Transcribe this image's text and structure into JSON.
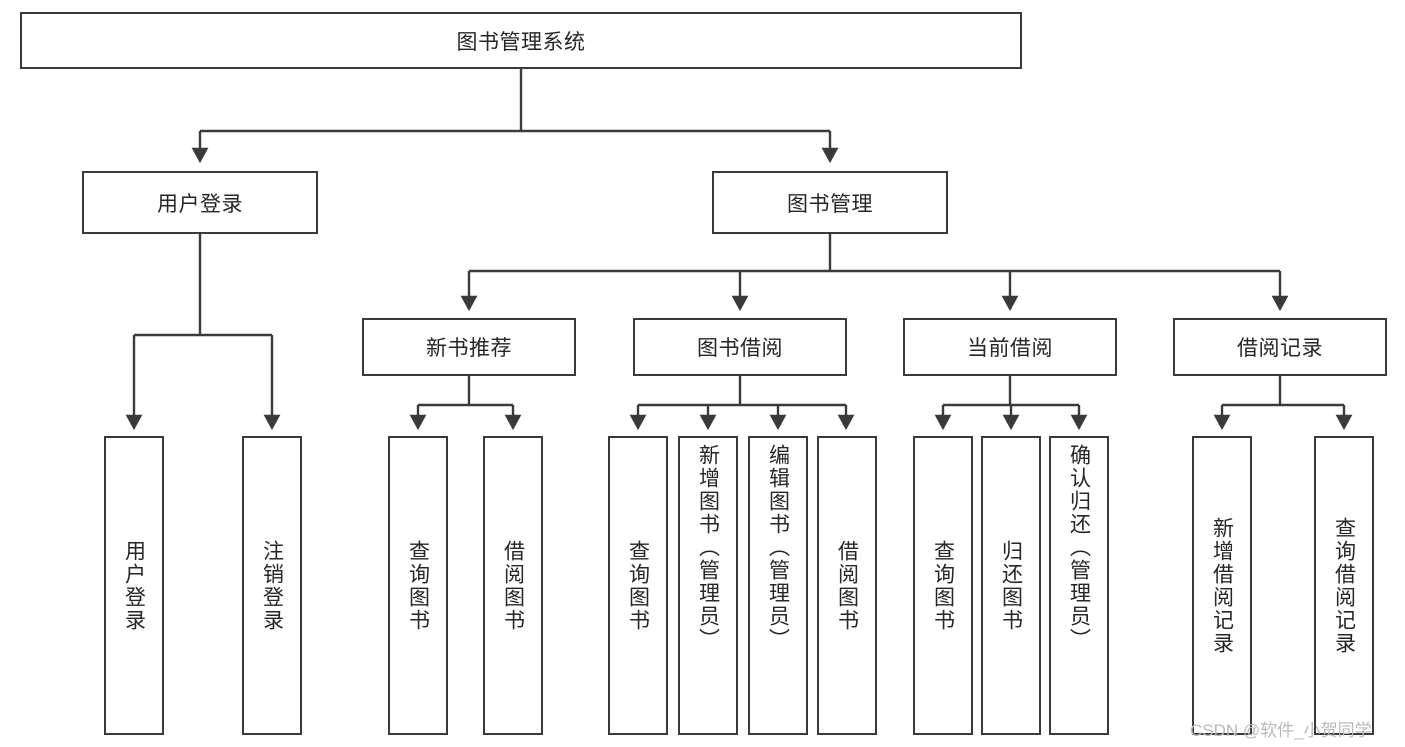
{
  "diagram": {
    "title": "图书管理系统",
    "type": "hierarchy-tree",
    "watermark": "CSDN @软件_小贺同学",
    "colors": {
      "border": "#3a3a3a",
      "text": "#262626",
      "background": "#ffffff",
      "edge": "#3a3a3a",
      "watermark": "#b9b9b9"
    },
    "levels": {
      "root": {
        "label": "图书管理系统"
      },
      "level2": [
        {
          "label": "用户登录"
        },
        {
          "label": "图书管理"
        }
      ],
      "level3": [
        {
          "label": "新书推荐"
        },
        {
          "label": "图书借阅"
        },
        {
          "label": "当前借阅"
        },
        {
          "label": "借阅记录"
        }
      ],
      "leaves_user_login": [
        {
          "label": "用户登录"
        },
        {
          "label": "注销登录"
        }
      ],
      "leaves_new_book": [
        {
          "label": "查询图书"
        },
        {
          "label": "借阅图书"
        }
      ],
      "leaves_borrow": [
        {
          "label": "查询图书"
        },
        {
          "label": "新增图书（管理员）"
        },
        {
          "label": "编辑图书（管理员）"
        },
        {
          "label": "借阅图书"
        }
      ],
      "leaves_current": [
        {
          "label": "查询图书"
        },
        {
          "label": "归还图书"
        },
        {
          "label": "确认归还（管理员）"
        }
      ],
      "leaves_records": [
        {
          "label": "新增借阅记录"
        },
        {
          "label": "查询借阅记录"
        }
      ]
    }
  }
}
